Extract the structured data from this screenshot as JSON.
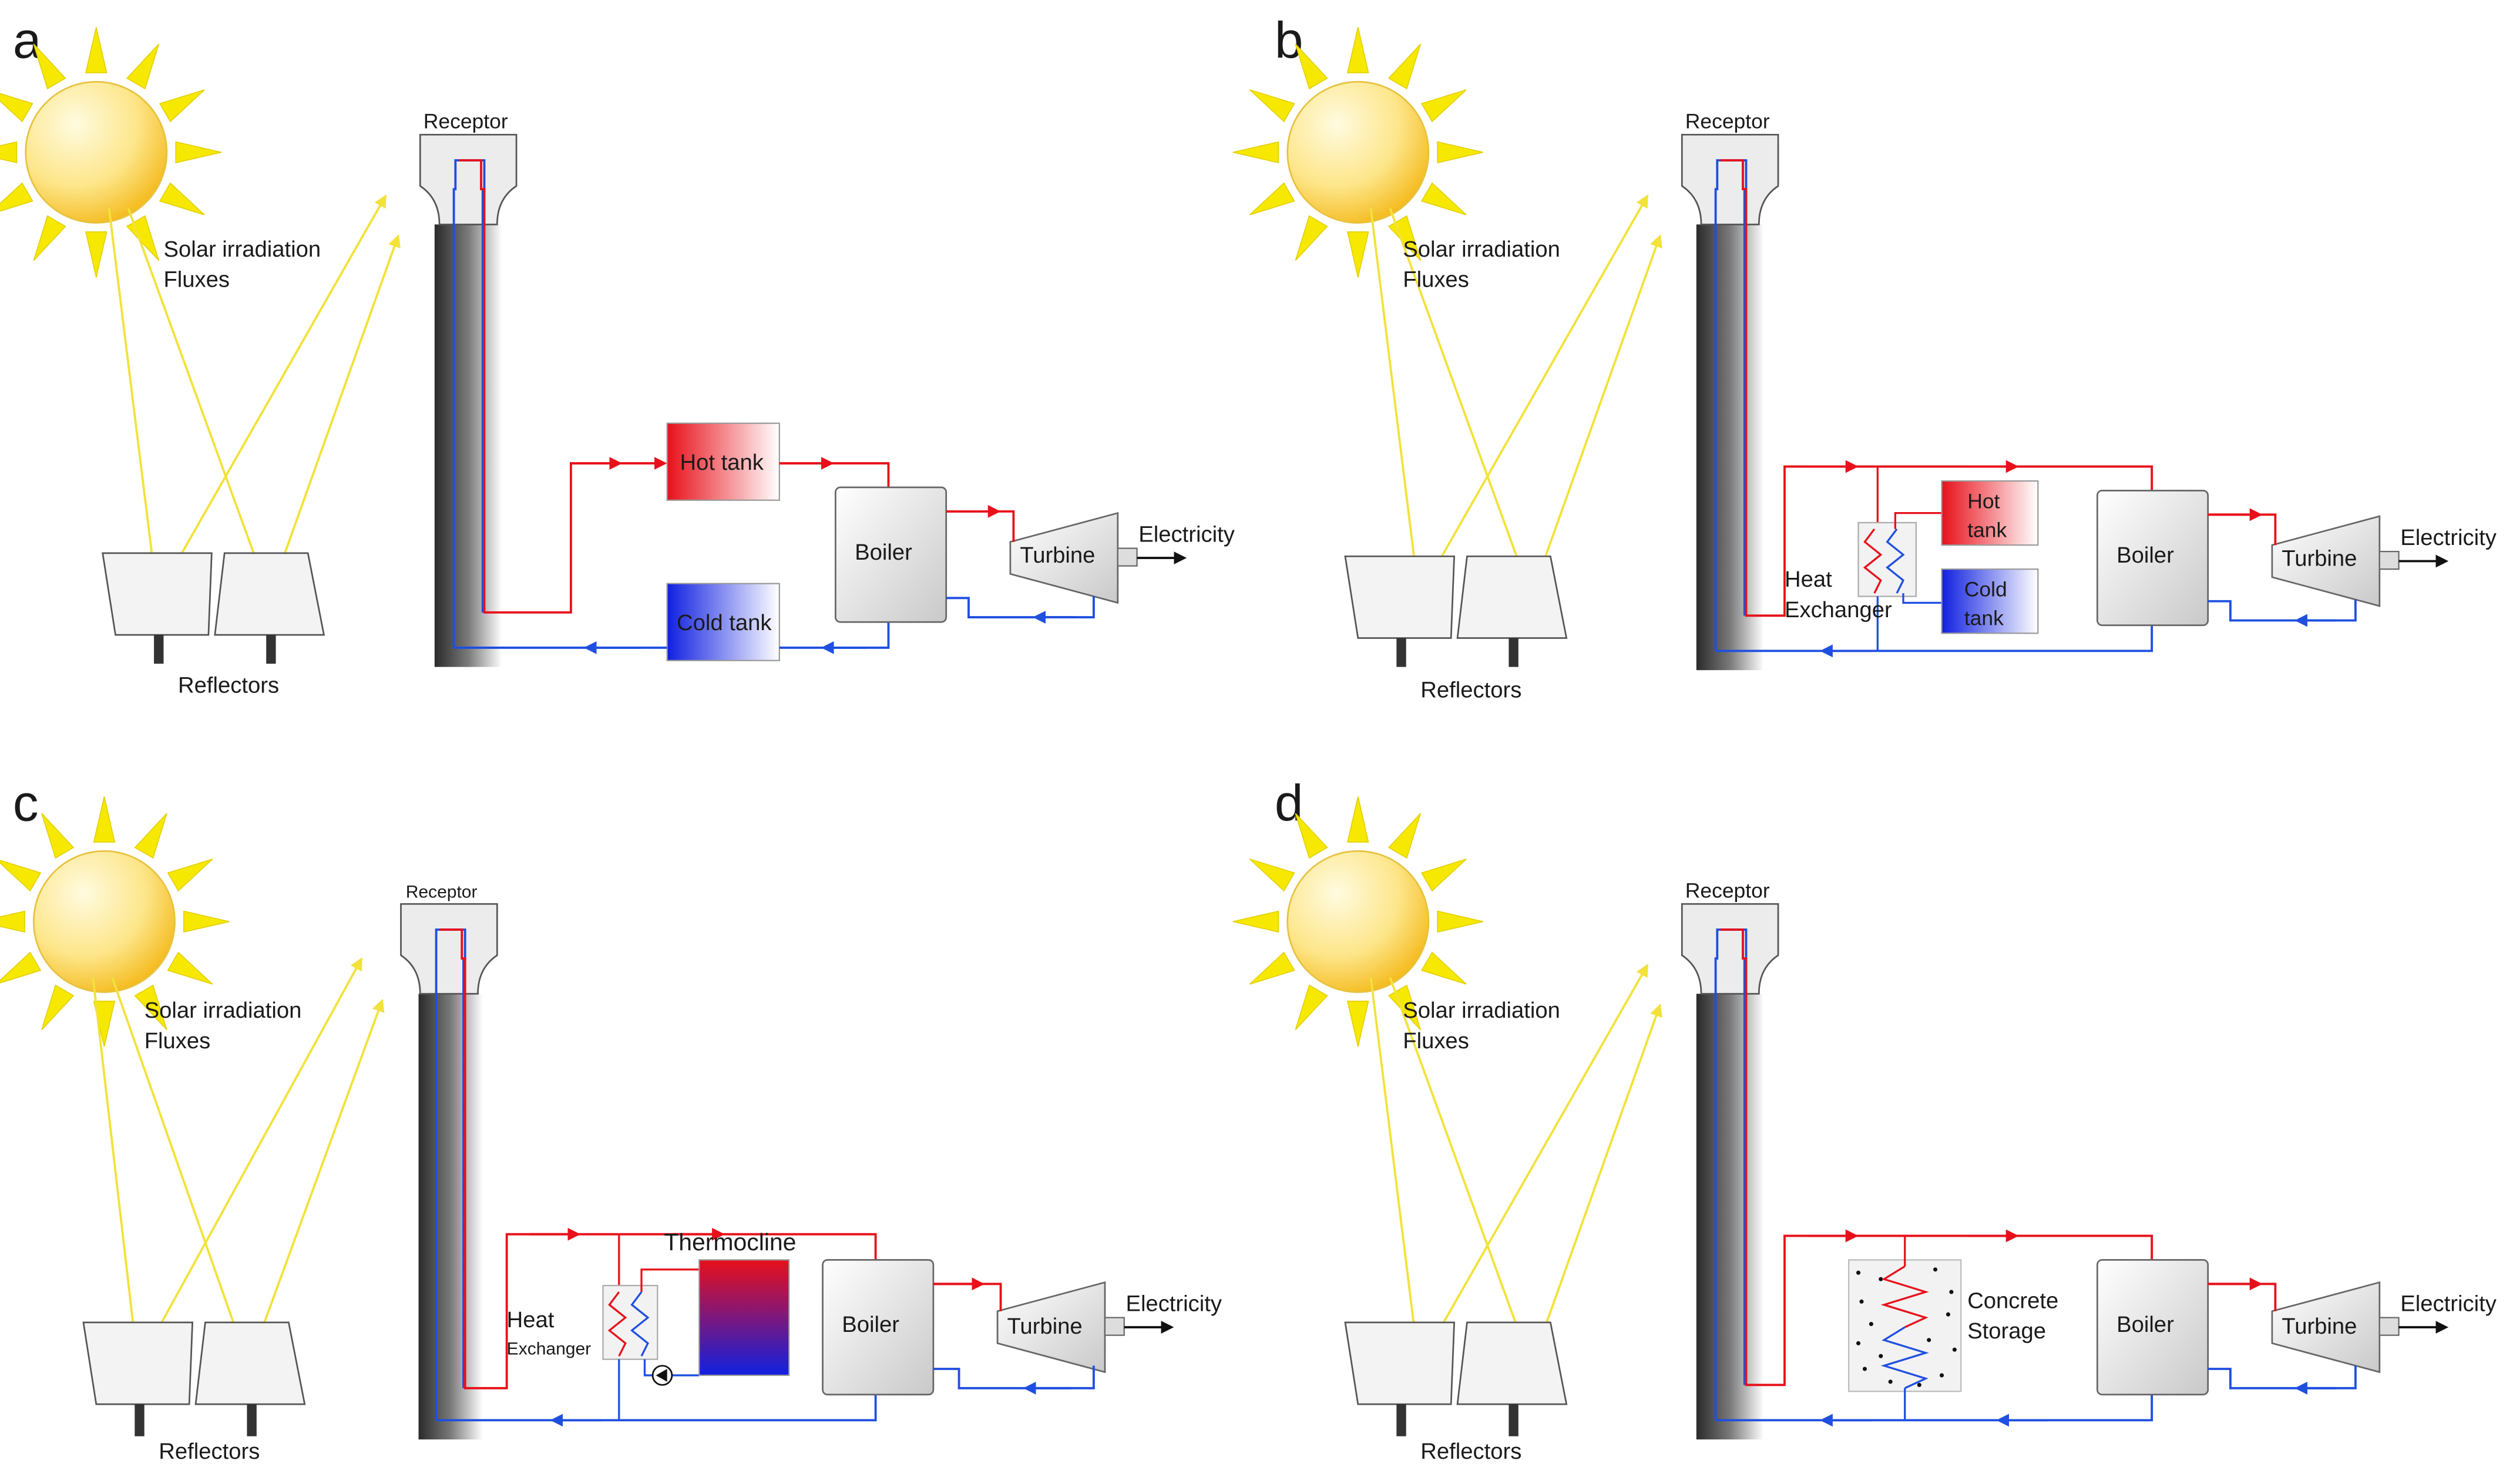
{
  "panels": [
    {
      "letter": "a",
      "receptor": "Receptor",
      "solar_1": "Solar irradiation",
      "solar_2": "Fluxes",
      "reflectors": "Reflectors",
      "hot_tank": "Hot tank",
      "cold_tank": "Cold tank",
      "boiler": "Boiler",
      "turbine": "Turbine",
      "electricity": "Electricity"
    },
    {
      "letter": "b",
      "receptor": "Receptor",
      "solar_1": "Solar irradiation",
      "solar_2": "Fluxes",
      "reflectors": "Reflectors",
      "hx_1": "Heat",
      "hx_2": "Exchanger",
      "hot_1": "Hot",
      "hot_2": "tank",
      "cold_1": "Cold",
      "cold_2": "tank",
      "boiler": "Boiler",
      "turbine": "Turbine",
      "electricity": "Electricity"
    },
    {
      "letter": "c",
      "receptor": "Receptor",
      "solar_1": "Solar irradiation",
      "solar_2": "Fluxes",
      "reflectors": "Reflectors",
      "hx_1": "Heat",
      "hx_2": "Exchanger",
      "thermocline": "Thermocline",
      "boiler": "Boiler",
      "turbine": "Turbine",
      "electricity": "Electricity"
    },
    {
      "letter": "d",
      "receptor": "Receptor",
      "solar_1": "Solar irradiation",
      "solar_2": "Fluxes",
      "reflectors": "Reflectors",
      "concrete_1": "Concrete",
      "concrete_2": "Storage",
      "boiler": "Boiler",
      "turbine": "Turbine",
      "electricity": "Electricity"
    }
  ],
  "colors": {
    "hot": "#e8101a",
    "cold": "#1f4fe0",
    "sun": "#f7e800",
    "ray": "#f2e23a"
  }
}
